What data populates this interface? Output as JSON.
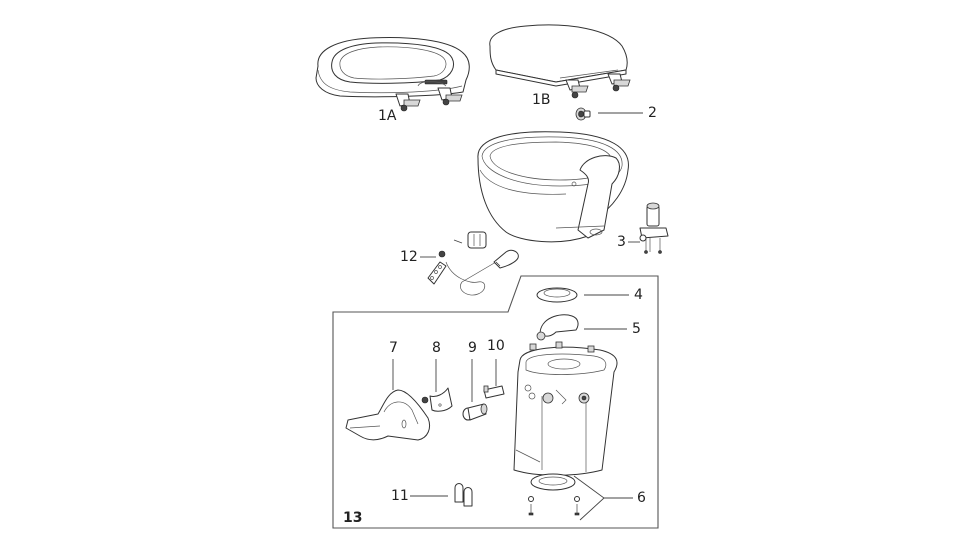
{
  "diagram": {
    "title": "Toilet exploded parts diagram",
    "colors": {
      "background": "#ffffff",
      "line": "#333333",
      "label": "#222222"
    },
    "callouts": [
      {
        "id": "1A",
        "label": "1A",
        "part": "seat-and-cover-open"
      },
      {
        "id": "1B",
        "label": "1B",
        "part": "seat-and-cover-closed"
      },
      {
        "id": "2",
        "label": "2",
        "part": "hinge-bushing"
      },
      {
        "id": "3",
        "label": "3",
        "part": "water-valve"
      },
      {
        "id": "4",
        "label": "4",
        "part": "bowl-seal"
      },
      {
        "id": "5",
        "label": "5",
        "part": "flush-ball"
      },
      {
        "id": "6",
        "label": "6",
        "part": "floor-seal-and-bolts"
      },
      {
        "id": "7",
        "label": "7",
        "part": "foot-pedal"
      },
      {
        "id": "8",
        "label": "8",
        "part": "pedal-bracket"
      },
      {
        "id": "9",
        "label": "9",
        "part": "valve-fitting"
      },
      {
        "id": "10",
        "label": "10",
        "part": "pin"
      },
      {
        "id": "11",
        "label": "11",
        "part": "caps"
      },
      {
        "id": "12",
        "label": "12",
        "part": "hand-sprayer"
      },
      {
        "id": "13",
        "label": "13",
        "part": "base-assembly-group"
      }
    ]
  }
}
